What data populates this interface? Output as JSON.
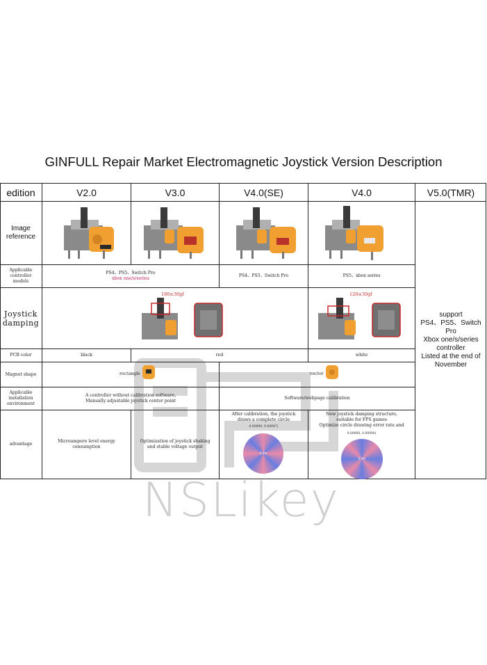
{
  "title": "GINFULL Repair Market Electromagnetic Joystick Version Description",
  "header": {
    "edition": "edition",
    "v20": "V2.0",
    "v30": "V3.0",
    "v40se": "V4.0(SE)",
    "v40": "V4.0",
    "v50": "V5.0(TMR)"
  },
  "rows": {
    "image_reference": "Image\nreference",
    "models_label": "Applicable\ncontroller\nmodels",
    "models_a_line1": "PS4、PS5、Switch Pro",
    "models_a_line2": "xbox one/s/series",
    "models_se": "PS4、PS5、Switch Pro",
    "models_v40": "PS5、xbox series",
    "damping_label": "Joystick\ndamping",
    "damping_a": "180±30gf",
    "damping_b": "120±30gf",
    "pcb_label": "PCB color",
    "pcb_black": "black",
    "pcb_red": "red",
    "pcb_white": "white",
    "magnet_label": "Magnet shape",
    "magnet_rect": "rectangle",
    "magnet_vector": "vector",
    "install_label": "Applicable\ninstallation\nenvironment",
    "install_a": "A controller without calibration software,\nManually adjustable joystick center point",
    "install_b": "Software/webpage calibration",
    "adv_label": "advantage",
    "adv_v20": "Microampere level energy\nconsumption",
    "adv_v30": "Optimization of joystick shaking\nand stable voltage output",
    "adv_se": "After calibration, the joystick\ndraws a complete circle",
    "adv_v40": "New joystick damping structure,\nsuitable for FPS games\nOptimize circle drawing error rate and",
    "disc_se_top": "0.00000, 0.00047)",
    "disc_v40_top": "0.00000, 0.00000)",
    "disc_label": "0.0%",
    "v5_support": "support\nPS4、PS5、Switch\nPro\nXbox one/s/series\ncontroller\nListed at the end of\nNovember"
  },
  "watermark": "NSLikey",
  "colors": {
    "orange": "#f0a030",
    "pcb_black": "#2a2a2a",
    "pcb_red": "#b8322a",
    "pcb_white": "#e8e8e8",
    "disc_blue": "#6a7ee0",
    "disc_pink": "#e88aa8"
  }
}
